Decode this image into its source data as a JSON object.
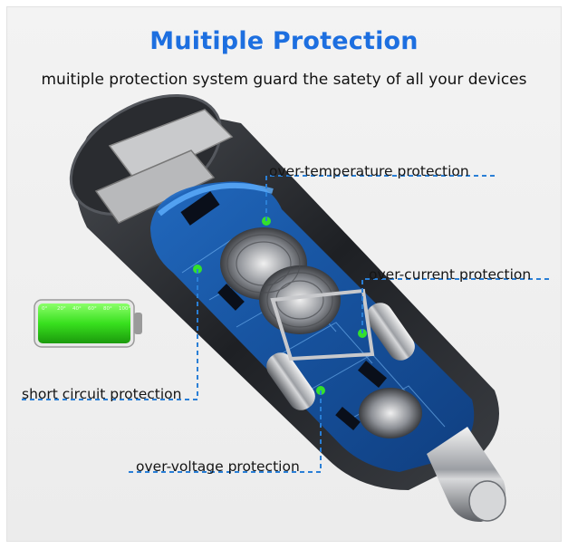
{
  "title": "Muitiple Protection",
  "subtitle": "muitiple protection system guard the satety of all your devices",
  "labels": {
    "over_temperature": "over-temperature protection",
    "over_current": "over-current protection",
    "short_circuit": "short circuit protection",
    "over_voltage": "over-voltage protection"
  },
  "battery": {
    "scale": [
      "0°",
      "20°",
      "40°",
      "60°",
      "80°",
      "100°"
    ],
    "fill_color": "#38e01e"
  },
  "colors": {
    "title": "#1d6fe0",
    "callout_line": "#2a7fd6",
    "indicator_dot": "#33e02c",
    "pcb_blue": "#1b5fb8"
  }
}
